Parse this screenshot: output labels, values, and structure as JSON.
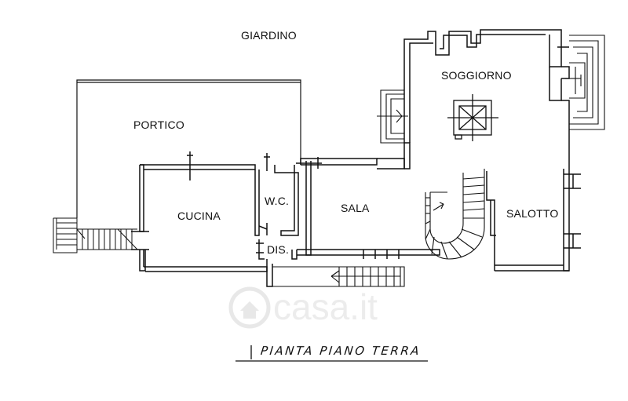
{
  "rooms": {
    "garden": "GIARDINO",
    "portico": "PORTICO",
    "living": "SOGGIORNO",
    "kitchen": "CUCINA",
    "wc": "W.C.",
    "hall": "SALA",
    "lounge": "SALOTTO",
    "corridor": "DIS."
  },
  "caption": "PIANTA PIANO TERRA",
  "watermark": {
    "brand": "casa.it"
  },
  "colors": {
    "line": "#111111",
    "background": "#ffffff",
    "watermark": "#cfcfcf"
  }
}
